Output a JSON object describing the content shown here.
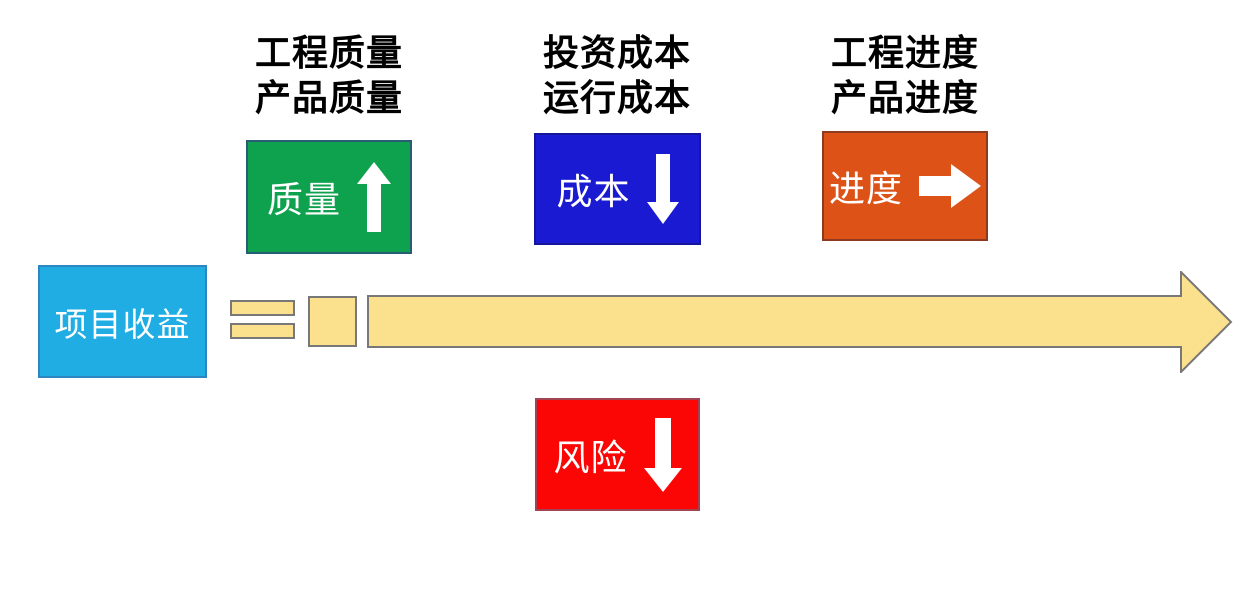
{
  "diagram": {
    "columns": [
      {
        "heading_lines": [
          "工程质量",
          "产品质量"
        ],
        "box_label": "质量",
        "direction": "up",
        "box_color": "#0FA24E"
      },
      {
        "heading_lines": [
          "投资成本",
          "运行成本"
        ],
        "box_label": "成本",
        "direction": "down",
        "box_color": "#1A1AD2"
      },
      {
        "heading_lines": [
          "工程进度",
          "产品进度"
        ],
        "box_label": "进度",
        "direction": "right",
        "box_color": "#DD5217"
      }
    ],
    "benefit_box": {
      "label": "项目收益",
      "box_color": "#1FADE4"
    },
    "risk_box": {
      "label": "风险",
      "direction": "down",
      "box_color": "#FB0505"
    },
    "timeline": {
      "fill_color": "#FBE08E",
      "outline_color": "#787878",
      "parts": [
        "equals-sign",
        "segment-square",
        "main-arrow"
      ]
    },
    "colors": {
      "heading_text": "#000000",
      "box_text": "#FFFFFF",
      "arrow_glyph": "#FFFFFF"
    }
  }
}
